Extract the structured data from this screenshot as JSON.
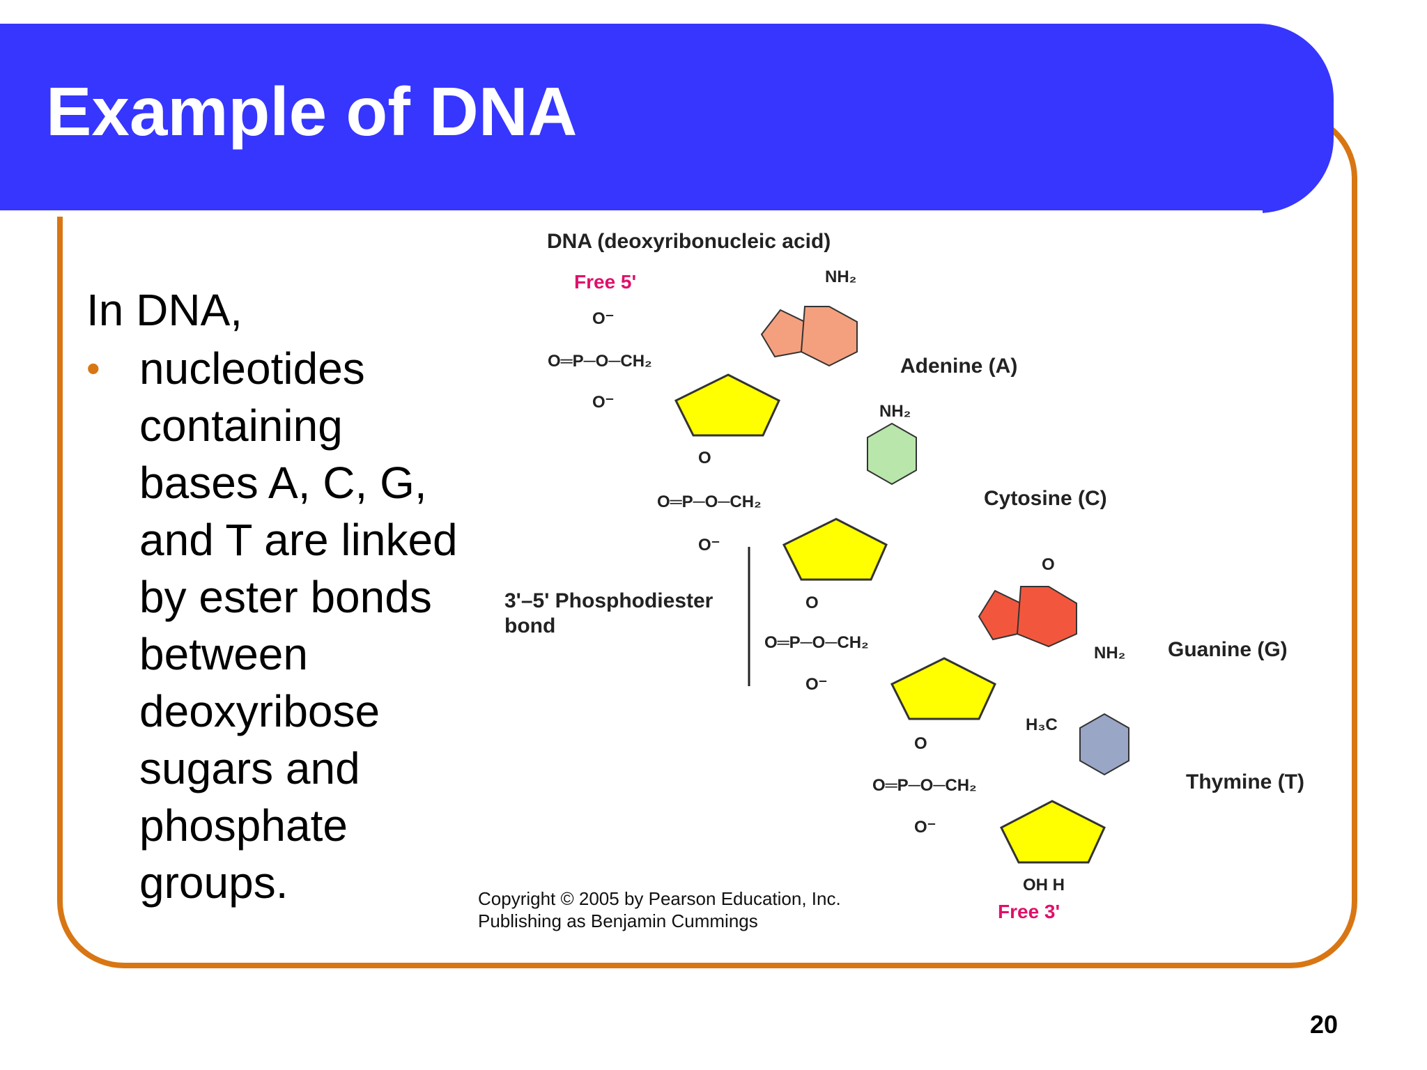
{
  "slide": {
    "title": "Example of DNA",
    "page_number": "20"
  },
  "body": {
    "lead": "In DNA,",
    "bullet_lines": [
      "nucleotides",
      "containing",
      "bases A, C, G,",
      "and T are linked",
      "by ester bonds",
      "between",
      "deoxyribose",
      "sugars and",
      "phosphate",
      "groups."
    ]
  },
  "figure": {
    "title": "DNA (deoxyribonucleic acid)",
    "free5": "Free 5'",
    "free3": "Free 3'",
    "bond_label_line1": "3'–5' Phosphodiester",
    "bond_label_line2": "bond",
    "bases": {
      "adenine": "Adenine (A)",
      "cytosine": "Cytosine (C)",
      "guanine": "Guanine (G)",
      "thymine": "Thymine (T)"
    },
    "colors": {
      "adenine": "#f4a07e",
      "cytosine": "#b9e6ab",
      "guanine": "#f2573e",
      "thymine": "#9aa6c6",
      "sugar": "#ffff00",
      "label_red": "#e0106a"
    }
  },
  "copyright": {
    "line1": "Copyright ©  2005  by Pearson Education, Inc.",
    "line2": "Publishing as Benjamin Cummings"
  }
}
